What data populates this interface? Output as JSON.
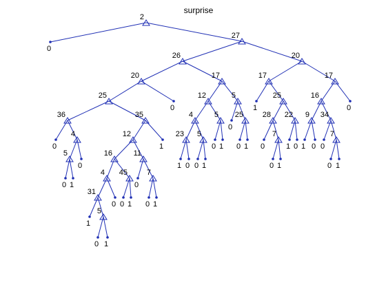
{
  "title": "surprise",
  "colors": {
    "edge": "#1f2fb4",
    "node": "#1f2fb4",
    "text": "#000000",
    "background": "#ffffff"
  },
  "icons": {
    "split": "triangle-icon",
    "leaf": "dot-icon"
  },
  "tree": {
    "label": "2",
    "children": [
      {
        "label": "0"
      },
      {
        "label": "27",
        "children": [
          {
            "label": "26",
            "children": [
              {
                "label": "20",
                "children": [
                  {
                    "label": "25",
                    "children": [
                      {
                        "label": "36",
                        "children": [
                          {
                            "label": "0"
                          },
                          {
                            "label": "4",
                            "children": [
                              {
                                "label": "5",
                                "children": [
                                  {
                                    "label": "0"
                                  },
                                  {
                                    "label": "1"
                                  }
                                ]
                              },
                              {
                                "label": "0"
                              }
                            ]
                          }
                        ]
                      },
                      {
                        "label": "35",
                        "children": [
                          {
                            "label": "12",
                            "children": [
                              {
                                "label": "16",
                                "children": [
                                  {
                                    "label": "4",
                                    "children": [
                                      {
                                        "label": "31",
                                        "children": [
                                          {
                                            "label": "1"
                                          },
                                          {
                                            "label": "5",
                                            "children": [
                                              {
                                                "label": "0"
                                              },
                                              {
                                                "label": "1"
                                              }
                                            ]
                                          }
                                        ]
                                      },
                                      {
                                        "label": "0"
                                      }
                                    ]
                                  },
                                  {
                                    "label": "45",
                                    "children": [
                                      {
                                        "label": "0"
                                      },
                                      {
                                        "label": "1"
                                      }
                                    ]
                                  }
                                ]
                              },
                              {
                                "label": "11",
                                "children": [
                                  {
                                    "label": "0"
                                  },
                                  {
                                    "label": "7",
                                    "children": [
                                      {
                                        "label": "0"
                                      },
                                      {
                                        "label": "1"
                                      }
                                    ]
                                  }
                                ]
                              }
                            ]
                          },
                          {
                            "label": "1"
                          }
                        ]
                      }
                    ]
                  },
                  {
                    "label": "0"
                  }
                ]
              },
              {
                "label": "17",
                "children": [
                  {
                    "label": "12",
                    "children": [
                      {
                        "label": "4",
                        "children": [
                          {
                            "label": "23",
                            "children": [
                              {
                                "label": "1"
                              },
                              {
                                "label": "0"
                              }
                            ]
                          },
                          {
                            "label": "5",
                            "children": [
                              {
                                "label": "0"
                              },
                              {
                                "label": "1"
                              }
                            ]
                          }
                        ]
                      },
                      {
                        "label": "5",
                        "children": [
                          {
                            "label": "0"
                          },
                          {
                            "label": "1"
                          }
                        ]
                      }
                    ]
                  },
                  {
                    "label": "5",
                    "children": [
                      {
                        "label": "0"
                      },
                      {
                        "label": "25",
                        "children": [
                          {
                            "label": "0"
                          },
                          {
                            "label": "1"
                          }
                        ]
                      }
                    ]
                  }
                ]
              }
            ]
          },
          {
            "label": "20",
            "children": [
              {
                "label": "17",
                "children": [
                  {
                    "label": "1"
                  },
                  {
                    "label": "25",
                    "children": [
                      {
                        "label": "28",
                        "children": [
                          {
                            "label": "0"
                          },
                          {
                            "label": "7",
                            "children": [
                              {
                                "label": "0"
                              },
                              {
                                "label": "1"
                              }
                            ]
                          }
                        ]
                      },
                      {
                        "label": "22",
                        "children": [
                          {
                            "label": "1"
                          },
                          {
                            "label": "0"
                          }
                        ]
                      }
                    ]
                  }
                ]
              },
              {
                "label": "17",
                "children": [
                  {
                    "label": "16",
                    "children": [
                      {
                        "label": "9",
                        "children": [
                          {
                            "label": "1"
                          },
                          {
                            "label": "0"
                          }
                        ]
                      },
                      {
                        "label": "34",
                        "children": [
                          {
                            "label": "0"
                          },
                          {
                            "label": "7",
                            "children": [
                              {
                                "label": "0"
                              },
                              {
                                "label": "1"
                              }
                            ]
                          }
                        ]
                      }
                    ]
                  },
                  {
                    "label": "0"
                  }
                ]
              }
            ]
          }
        ]
      }
    ]
  }
}
